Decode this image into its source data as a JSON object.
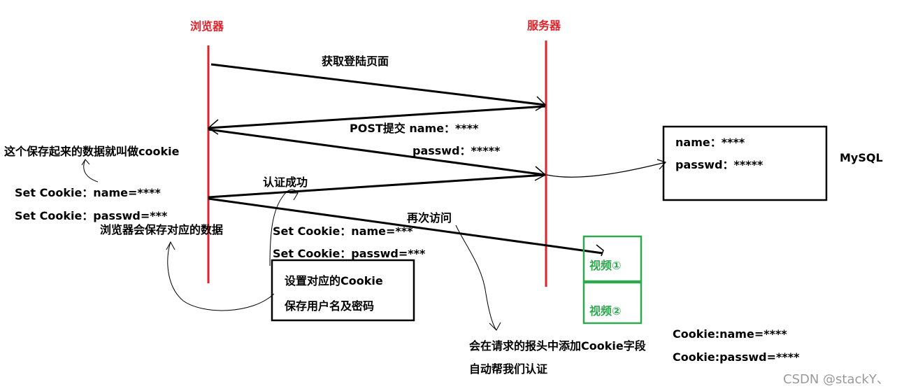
{
  "lifelines": {
    "browser": "浏览器",
    "server": "服务器"
  },
  "messages": {
    "get_login_page": "获取登陆页面",
    "post_name": "POST提交 name：****",
    "post_passwd": "passwd：*****",
    "auth_success": "认证成功",
    "visit_again": "再次访问"
  },
  "server_set_cookie": {
    "name": "Set Cookie：name=***",
    "passwd": "Set Cookie：passwd=***"
  },
  "browser_cookies": {
    "name": "Set Cookie：name=****",
    "passwd": "Set Cookie：passwd=***",
    "browser_saves": "浏览器会保存对应的数据",
    "cookie_note": "这个保存起来的数据就叫做cookie"
  },
  "set_cookie_box": {
    "line1": "设置对应的Cookie",
    "line2": "保存用户名及密码"
  },
  "mysql": {
    "name_line": "name：****",
    "passwd_line": "passwd：*****",
    "label": "MySQL"
  },
  "videos": {
    "v1": "视频①",
    "v2": "视频②"
  },
  "request_note": {
    "line1": "会在请求的报头中添加Cookie字段",
    "line2": "自动帮我们认证"
  },
  "cookie_header": {
    "name": "Cookie:name=****",
    "passwd": "Cookie:passwd=****"
  },
  "watermark": "CSDN @stackY、",
  "colors": {
    "lifeline": "#e0222a",
    "video_box": "#2fa84f",
    "ink": "#000000"
  }
}
